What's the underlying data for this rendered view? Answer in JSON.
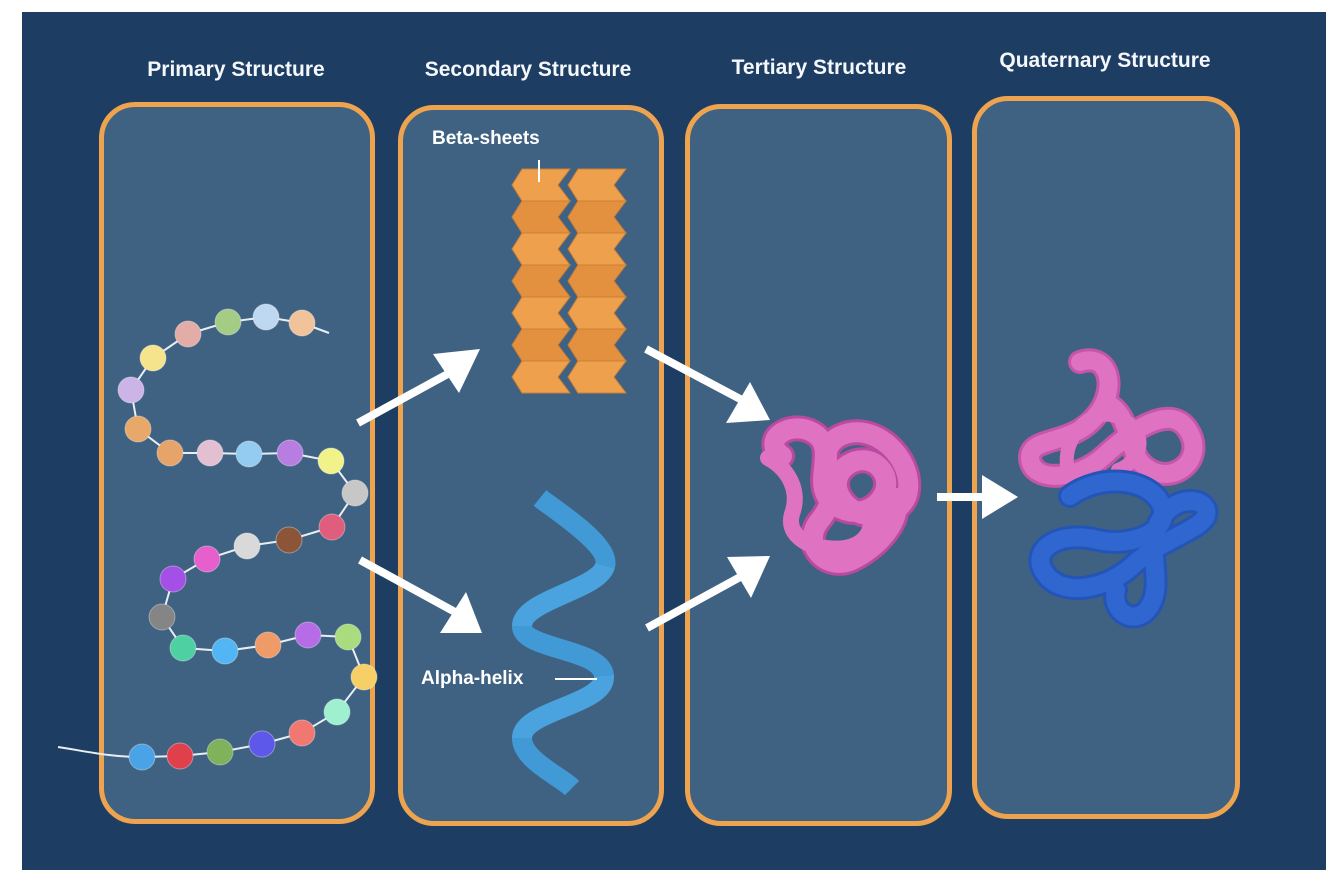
{
  "titles": {
    "primary": "Primary Structure",
    "secondary": "Secondary Structure",
    "tertiary": "Tertiary Structure",
    "quaternary": "Quaternary Structure"
  },
  "labels": {
    "beta": "Beta-sheets",
    "alpha": "Alpha-helix"
  },
  "colors": {
    "background": "#1e3d62",
    "panel_border": "#eea34f",
    "panel_fill": "#3f6282",
    "beta_sheet": "#efa04d",
    "alpha_helix": "#4aa3de",
    "tertiary_pink": "#df72c1",
    "quaternary_blue": "#2f66cf",
    "arrow": "#ffffff"
  },
  "amino_acid_colors": [
    "#4aa3e6",
    "#e0404b",
    "#7fb25b",
    "#5d58ea",
    "#f07870",
    "#9ff0cf",
    "#f6cf67",
    "#a9db7f",
    "#b66ce7",
    "#ef9b67",
    "#52b6f4",
    "#4fd0a2",
    "#858585",
    "#a44fe6",
    "#e75fcc",
    "#d9d9d9",
    "#8c5537",
    "#e05d7d",
    "#c7c7c7",
    "#f1f38a",
    "#b87de0",
    "#93ccf0",
    "#e2c0d2",
    "#e6a36a",
    "#e7a86a",
    "#cdb4e6",
    "#f6e48c",
    "#e3aca6",
    "#a5cc85",
    "#bfd8f2",
    "#f1c39a"
  ]
}
